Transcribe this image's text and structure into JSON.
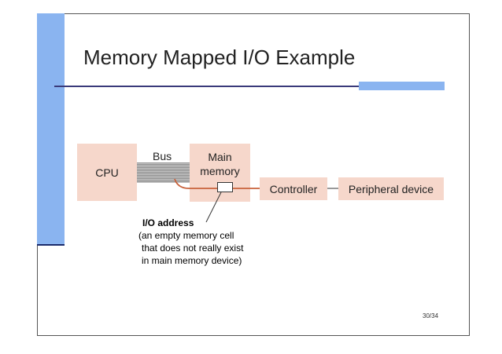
{
  "slide": {
    "title": "Memory Mapped I/O Example",
    "page_number": "30/34"
  },
  "diagram": {
    "cpu_label": "CPU",
    "bus_label": "Bus",
    "main_memory_line1": "Main",
    "main_memory_line2": "memory",
    "controller_label": "Controller",
    "peripheral_label": "Peripheral device"
  },
  "annotation": {
    "title": "I/O address",
    "line1": "(an empty memory cell",
    "line2": "that does not really exist",
    "line3": "in main memory device)"
  },
  "colors": {
    "box_fill": "#f6d7cb",
    "wire": "#c8613a",
    "accent_blue": "#8ab4f0",
    "title_rule": "#3a3a7a"
  }
}
